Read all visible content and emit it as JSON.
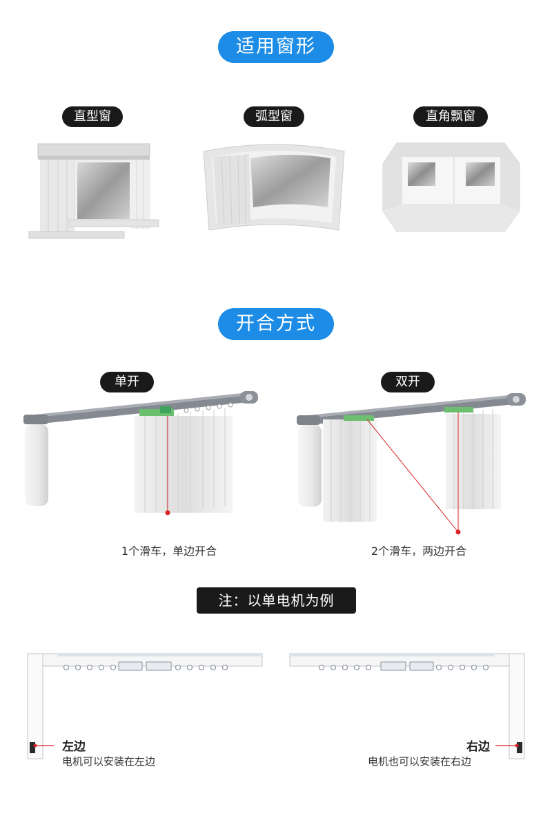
{
  "section_windows": {
    "title": "适用窗形",
    "types": [
      "直型窗",
      "弧型窗",
      "直角飘窗"
    ]
  },
  "section_opening": {
    "title": "开合方式",
    "single": {
      "label": "单开",
      "caption": "1个滑车，单边开合"
    },
    "double": {
      "label": "双开",
      "caption": "2个滑车，两边开合"
    }
  },
  "note": "注：以单电机为例",
  "motor_side": {
    "left": {
      "label": "左边",
      "desc": "电机可以安装在左边"
    },
    "right": {
      "label": "右边",
      "desc": "电机也可以安装在右边"
    }
  },
  "colors": {
    "accent_blue": "#1c8ce6",
    "pill_dark": "#1a1a1a",
    "pointer_red": "#d9252a"
  }
}
